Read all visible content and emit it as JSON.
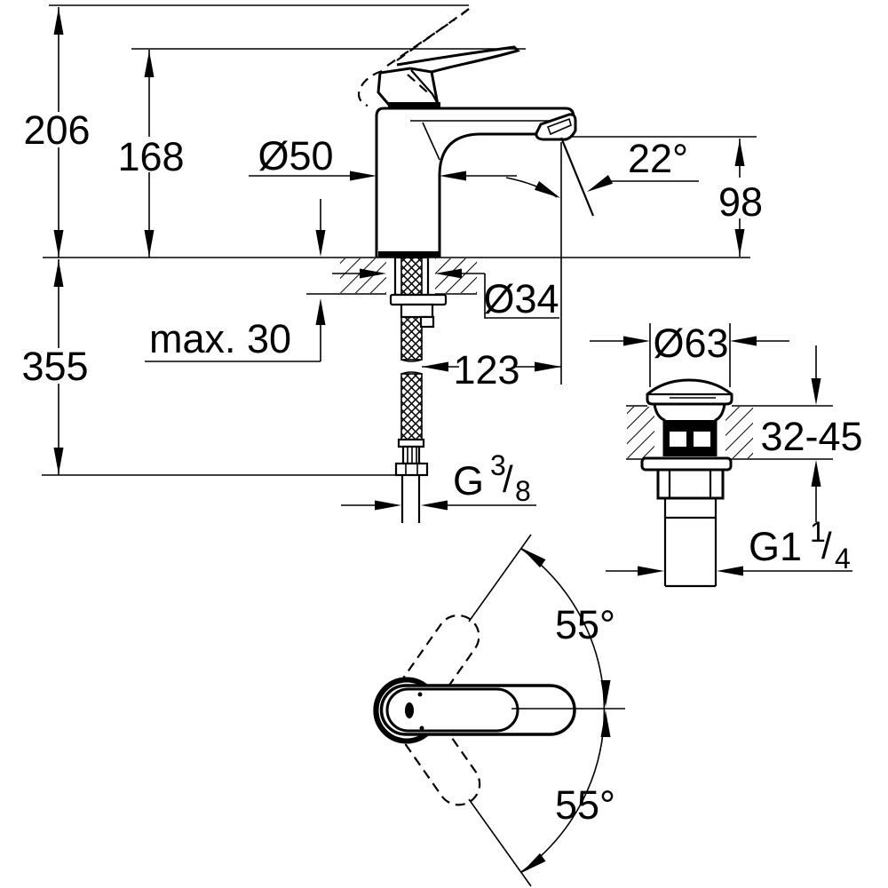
{
  "drawing": {
    "kind": "faucet installation dimension drawing",
    "colors": {
      "ink": "#000000",
      "paper": "#ffffff"
    },
    "side_view": {
      "total_height_with_lever_raised": "206",
      "height_to_lever": "168",
      "body_diameter": "Ø50",
      "spout_stream_angle": "22°",
      "spout_outlet_height": "98",
      "max_deck_thickness": "max. 30",
      "hose_length_below_deck": "355",
      "deck_hole_diameter": "Ø34",
      "spout_reach": "123",
      "supply_thread": {
        "prefix": "G",
        "numerator": "3",
        "slash": "/",
        "denominator": "8"
      }
    },
    "drain_detail": {
      "cap_diameter": "Ø63",
      "deck_thickness_range": "32-45",
      "drain_thread": {
        "prefix": "G1",
        "numerator": "1",
        "slash": "/",
        "denominator": "4"
      }
    },
    "top_view": {
      "lever_swivel_up": "55°",
      "lever_swivel_down": "55°"
    }
  }
}
